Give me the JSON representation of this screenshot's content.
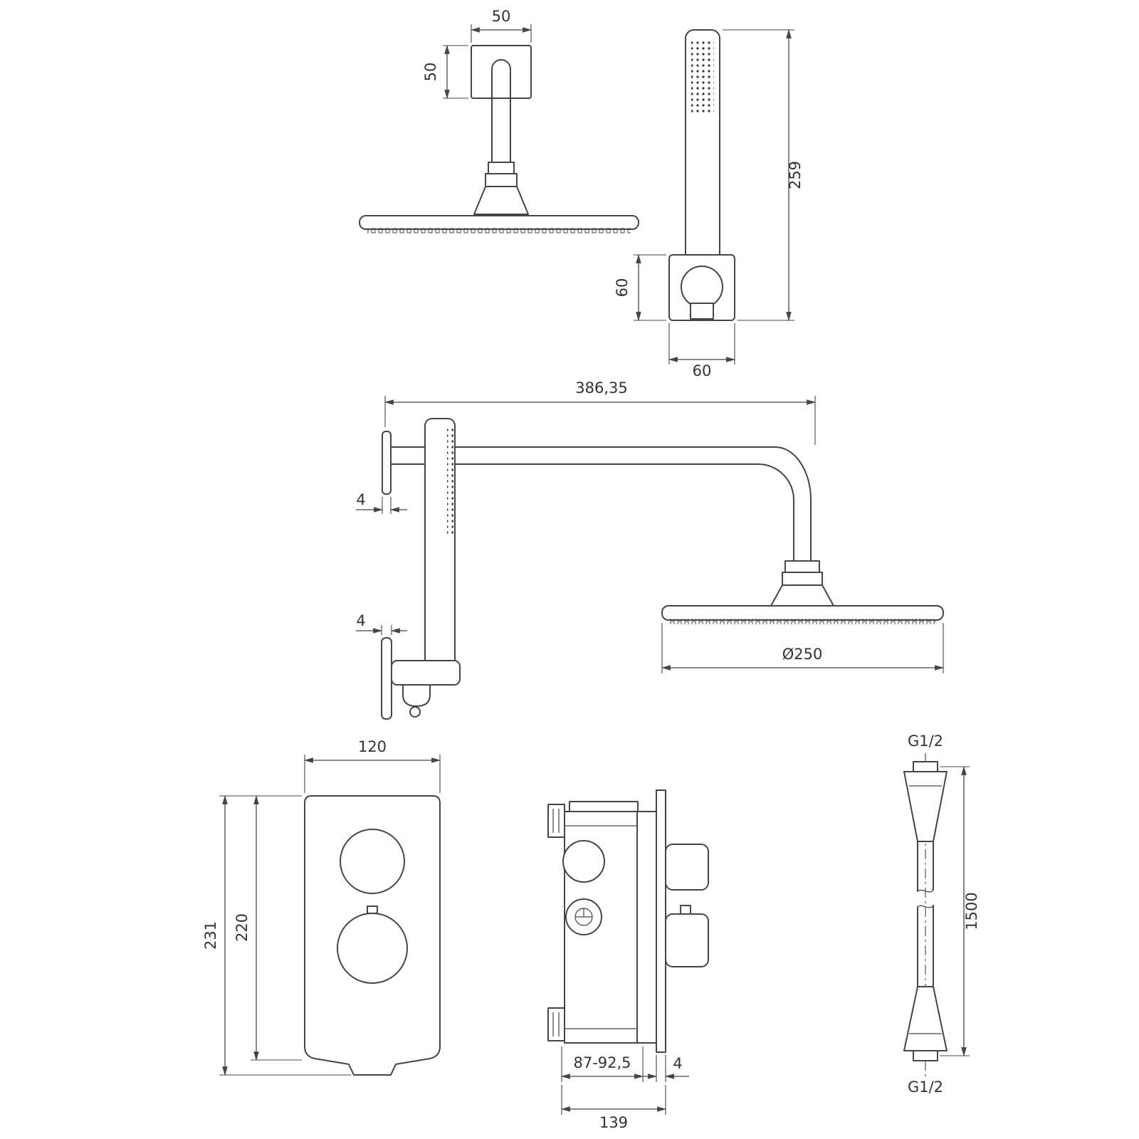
{
  "drawing": {
    "description": "Technical dimensional drawing of a concealed thermostatic shower set: overhead shower with wall arm, hand shower with wall outlet bracket, side elevation of shower arm and head, thermostatic valve front and side views, and shower hose.",
    "line_color": "#41464b",
    "text_color": "#2f3438",
    "background_color": "#ffffff",
    "views": {
      "head_front": {
        "width": "50",
        "height": "50"
      },
      "hand_shower": {
        "height": "259",
        "bracket_height": "60",
        "bracket_width": "60"
      },
      "arm_side": {
        "reach": "386,35",
        "flange_thickness_top": "4",
        "flange_thickness_bottom": "4",
        "head_diameter": "Ø250"
      },
      "valve_front": {
        "width": "120",
        "height_outer": "231",
        "height_inner": "220"
      },
      "valve_side": {
        "depth_range": "87-92,5",
        "plate_thickness": "4",
        "total_depth": "139"
      },
      "hose": {
        "thread_top": "G1/2",
        "length": "1500",
        "thread_bottom": "G1/2"
      }
    }
  }
}
